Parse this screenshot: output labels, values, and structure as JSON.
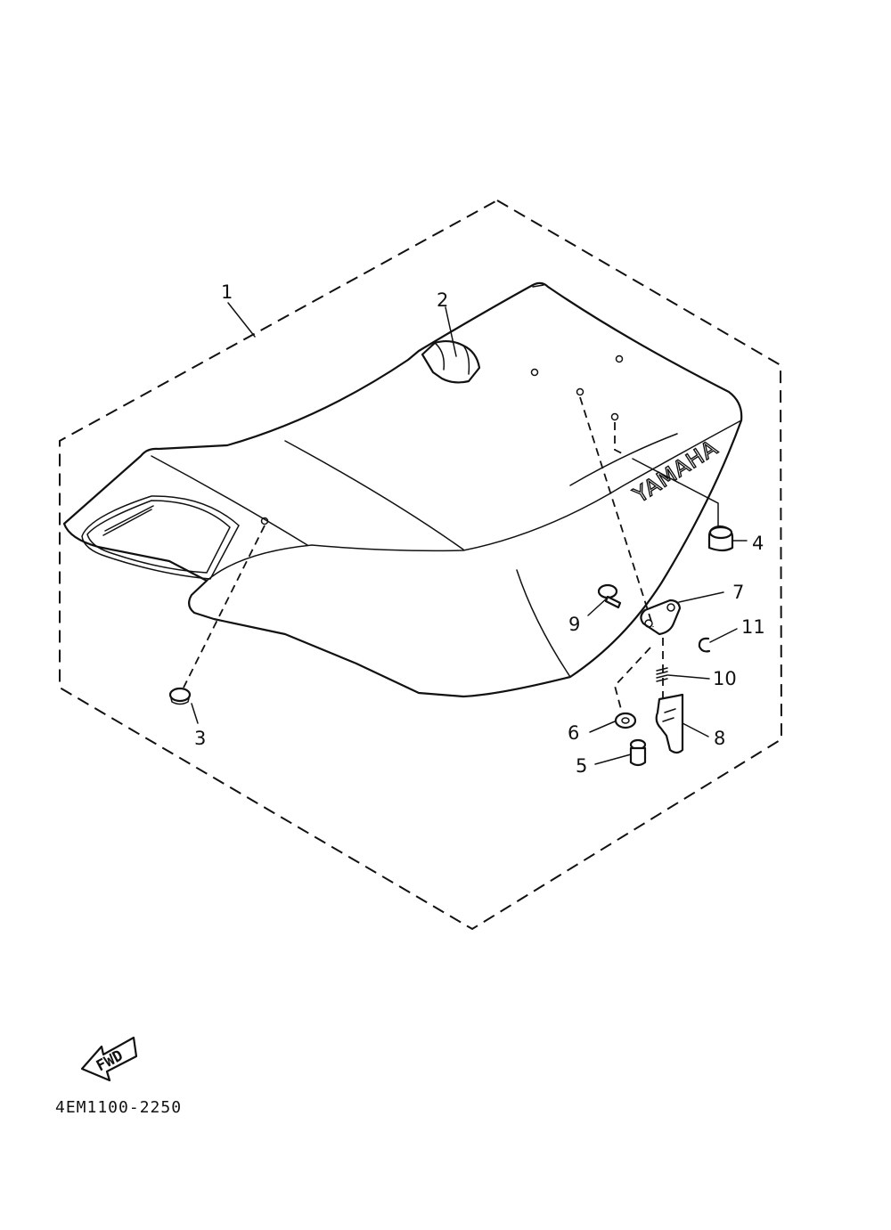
{
  "diagram": {
    "brand_mark": "YAMAHA",
    "direction_label": "FWD",
    "document_code": "4EM1100-2250",
    "callouts": {
      "c1": "1",
      "c2": "2",
      "c3": "3",
      "c4": "4",
      "c5": "5",
      "c6": "6",
      "c7": "7",
      "c8": "8",
      "c9": "9",
      "c10": "10",
      "c11": "11"
    }
  }
}
